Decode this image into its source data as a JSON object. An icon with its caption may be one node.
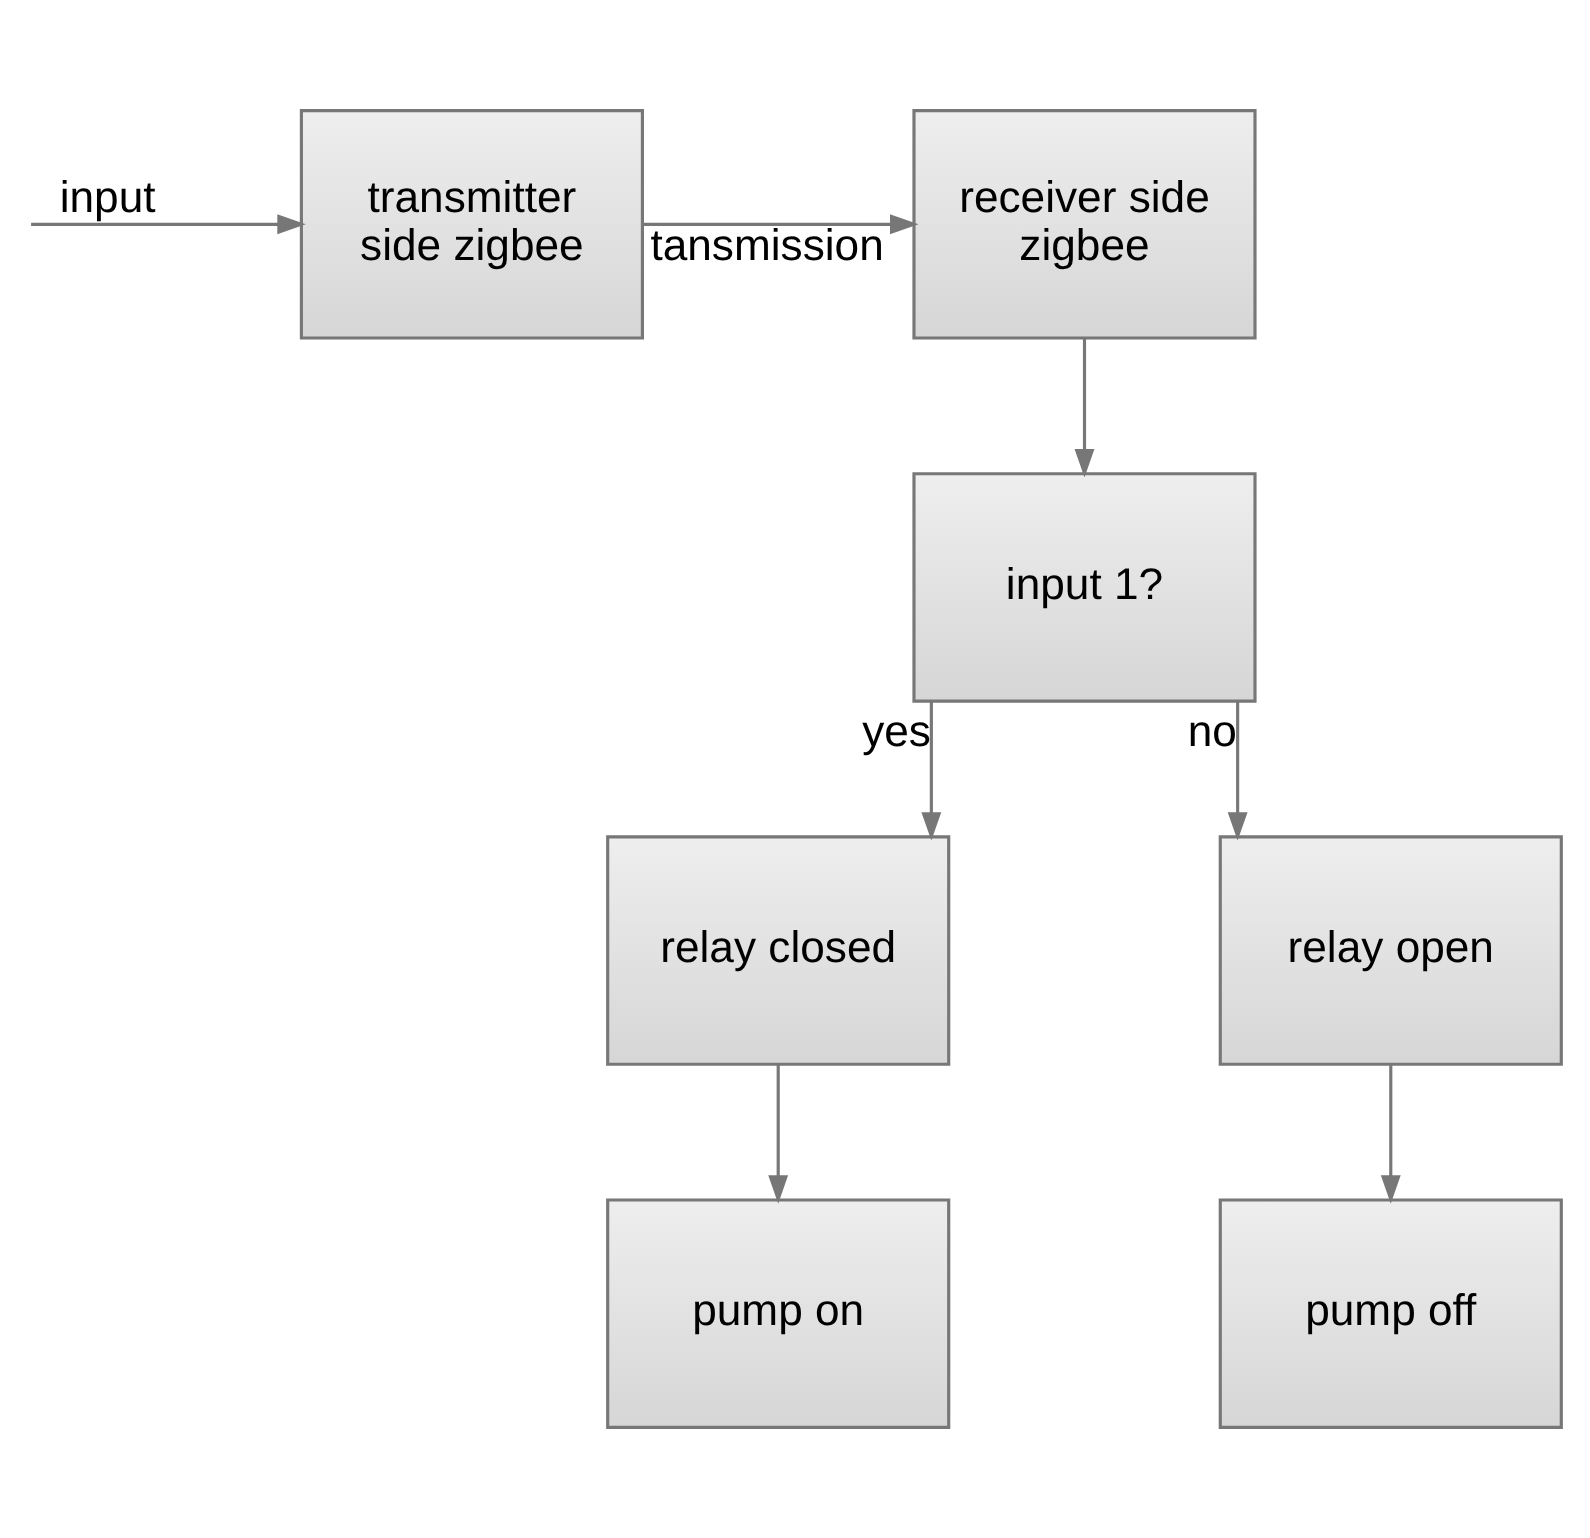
{
  "diagram": {
    "nodes": [
      {
        "text": [
          "transmitter side zigbee"
        ]
      },
      {
        "text": [
          "receiver side zigbee"
        ]
      },
      {
        "text": [
          "input 1?"
        ]
      },
      {
        "text": [
          "relay closed"
        ]
      },
      {
        "text": [
          "relay open"
        ]
      },
      {
        "text": [
          "pump on"
        ]
      },
      {
        "text": [
          "pump off"
        ]
      }
    ],
    "edges": [
      {
        "from": null,
        "to": 0,
        "arrow": "to",
        "label": "input"
      },
      {
        "from": 0,
        "to": 1,
        "arrow": "to",
        "label": "tansmission"
      },
      {
        "from": 1,
        "to": 2,
        "arrow": "to"
      },
      {
        "from": 2,
        "to": 3,
        "arrow": "to",
        "label": "yes"
      },
      {
        "from": 2,
        "to": 4,
        "arrow": "to",
        "label": "no"
      },
      {
        "from": 3,
        "to": 5,
        "arrow": "to"
      },
      {
        "from": 4,
        "to": 6,
        "arrow": "to"
      }
    ]
  }
}
